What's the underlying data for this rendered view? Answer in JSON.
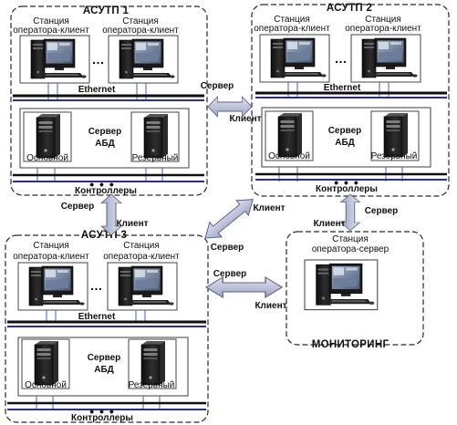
{
  "colors": {
    "bus": "#0f0f0f",
    "bus_blue": "#2b2f8c",
    "arrow_fill": "#b9bfd8",
    "arrow_stroke": "#5d6288",
    "group_border": "#2a2a2a",
    "panel_border": "#3d3d3d",
    "link": "#3b66b5"
  },
  "icons": {
    "workstation": "desktop-pc-icon",
    "server": "tower-server-icon"
  },
  "groups": {
    "asutp1": {
      "title": "АСУТП 1",
      "ws_left": "Станция оператора-клиент",
      "ws_right": "Станция оператора-клиент",
      "ethernet": "Ethernet",
      "server_label": "Сервер АБД",
      "server_main": "Основной",
      "server_reserve": "Резервный",
      "controllers": "Контроллеры"
    },
    "asutp2": {
      "title": "АСУТП 2",
      "ws_left": "Станция оператора-клиент",
      "ws_right": "Станция оператора-клиент",
      "ethernet": "Ethernet",
      "server_label": "Сервер АБД",
      "server_main": "Основной",
      "server_reserve": "Резервный",
      "controllers": "Контроллеры"
    },
    "asutp3": {
      "title": "АСУТП 3",
      "ws_left": "Станция оператора-клиент",
      "ws_right": "Станция оператора-клиент",
      "ethernet": "Ethernet",
      "server_label": "Сервер АБД",
      "server_main": "Основной",
      "server_reserve": "Резервный",
      "controllers": "Контроллеры"
    },
    "monitoring": {
      "title": "МОНИТОРИНГ",
      "station": "Станция оператора-сервер"
    }
  },
  "ellipsis": "…",
  "links": {
    "g1_g2": {
      "server": "Сервер",
      "client": "Клиент"
    },
    "g1_g3": {
      "server": "Сервер",
      "client": "Клиент"
    },
    "g2_g3": {
      "client": "Клиент",
      "server": "Сервер"
    },
    "g2_mon": {
      "client": "Клиент",
      "server": "Сервер"
    },
    "g3_mon": {
      "server": "Сервер",
      "client": "Клиент"
    }
  }
}
